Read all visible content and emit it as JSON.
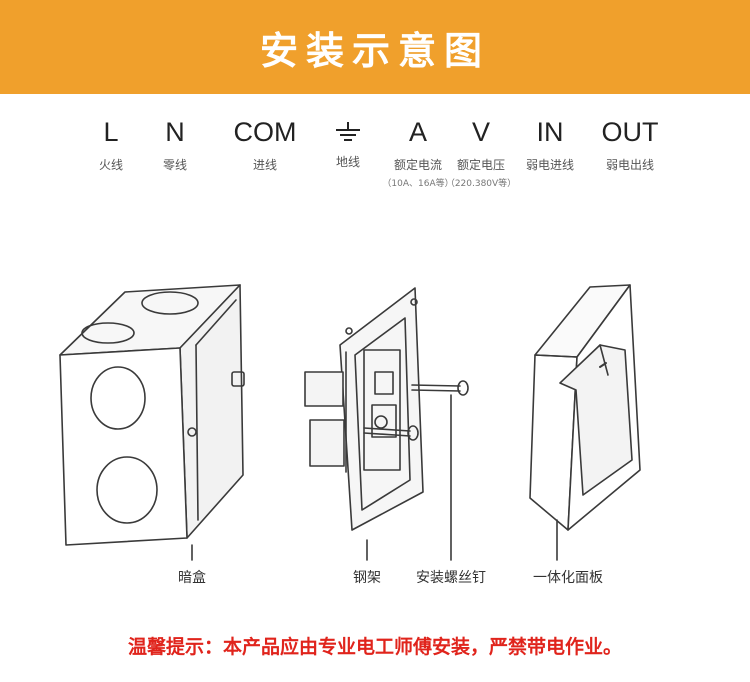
{
  "header": {
    "title": "安装示意图"
  },
  "legend": [
    {
      "symbol": "L",
      "desc": "火线"
    },
    {
      "symbol": "N",
      "desc": "零线"
    },
    {
      "symbol": "COM",
      "desc": "进线"
    },
    {
      "symbol": "",
      "icon": "ground-symbol-icon",
      "desc": "地线"
    },
    {
      "symbol": "A",
      "desc": "额定电流",
      "note": "（10A、16A等）"
    },
    {
      "symbol": "V",
      "desc": "额定电压",
      "note": "（220.380V等）"
    },
    {
      "symbol": "IN",
      "desc": "弱电进线"
    },
    {
      "symbol": "OUT",
      "desc": "弱电出线"
    }
  ],
  "parts": {
    "box": "暗盒",
    "frame": "钢架",
    "screws": "安装螺丝钉",
    "panel": "一体化面板"
  },
  "warning": "温馨提示：本产品应由专业电工师傅安装，严禁带电作业。",
  "colors": {
    "header_bg": "#f0a02c",
    "warning_text": "#e0241c",
    "line_art": "#3a3a3a"
  }
}
